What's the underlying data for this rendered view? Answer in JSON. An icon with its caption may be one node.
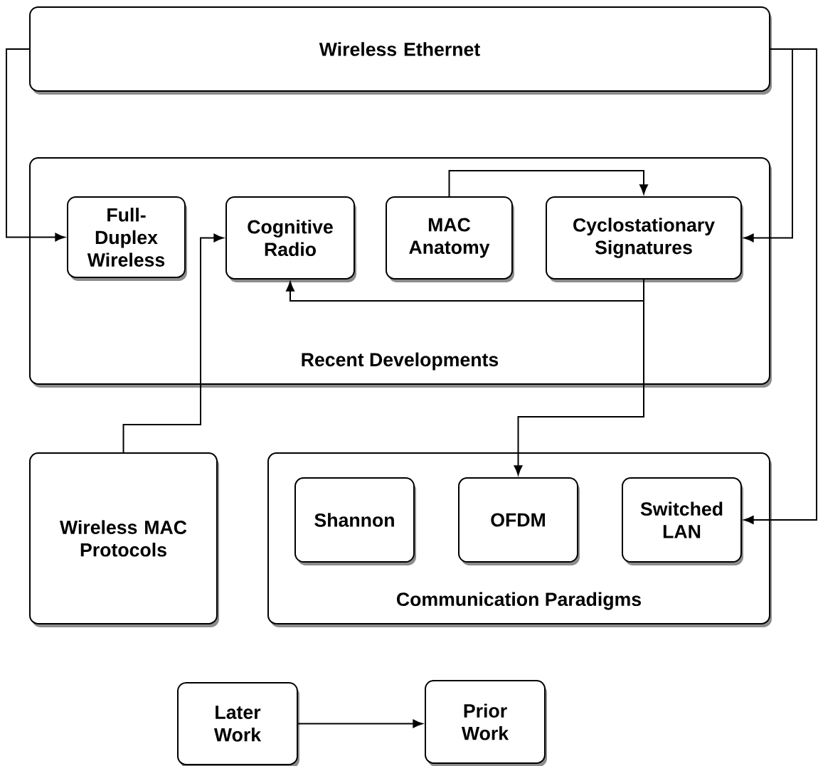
{
  "diagram": {
    "nodes": [
      {
        "text": [
          "Wireless Ethernet"
        ]
      },
      {
        "text": [
          "Recent Developments"
        ]
      },
      {
        "text": [
          "Full-Duplex Wireless"
        ],
        "in": 1
      },
      {
        "text": [
          "Cognitive Radio"
        ],
        "in": 1
      },
      {
        "text": [
          "MAC Anatomy"
        ],
        "in": 1
      },
      {
        "text": [
          "Cyclostationary Signatures"
        ],
        "in": 1
      },
      {
        "text": [
          "Wireless MAC Protocols"
        ]
      },
      {
        "text": [
          "Communication Paradigms"
        ]
      },
      {
        "text": [
          "Shannon"
        ],
        "in": 7
      },
      {
        "text": [
          "OFDM"
        ],
        "in": 7
      },
      {
        "text": [
          "Switched LAN"
        ],
        "in": 7
      },
      {
        "text": [
          "Later Work"
        ]
      },
      {
        "text": [
          "Prior Work"
        ]
      }
    ],
    "edges": [
      {
        "from": 0,
        "to": 2,
        "arrow": "to"
      },
      {
        "from": 0,
        "to": 5,
        "arrow": "to"
      },
      {
        "from": 0,
        "to": 10,
        "arrow": "to"
      },
      {
        "from": 4,
        "to": 5,
        "arrow": "to"
      },
      {
        "from": 5,
        "to": 3,
        "arrow": "to"
      },
      {
        "from": 5,
        "to": 9,
        "arrow": "to"
      },
      {
        "from": 6,
        "to": 3,
        "arrow": "to"
      },
      {
        "from": 11,
        "to": 12,
        "arrow": "to"
      }
    ]
  }
}
